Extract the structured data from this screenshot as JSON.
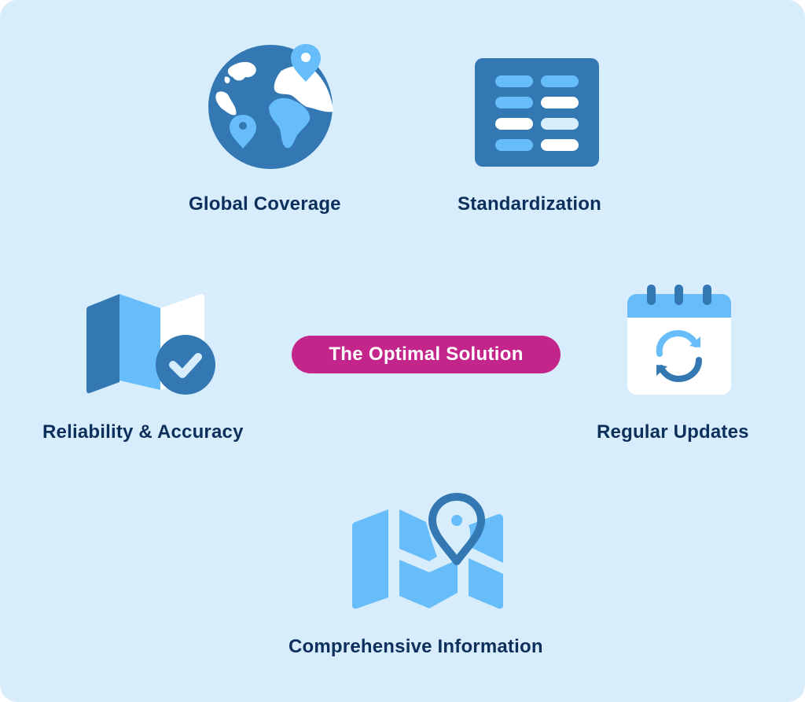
{
  "diagram": {
    "center": {
      "label": "The Optimal Solution",
      "color": "#c4258a"
    },
    "features": [
      {
        "id": "global-coverage",
        "label": "Global Coverage",
        "icon": "globe-with-location-pins-icon"
      },
      {
        "id": "standardization",
        "label": "Standardization",
        "icon": "data-table-icon"
      },
      {
        "id": "reliability-accuracy",
        "label": "Reliability & Accuracy",
        "icon": "map-with-checkmark-icon"
      },
      {
        "id": "regular-updates",
        "label": "Regular Updates",
        "icon": "calendar-refresh-icon"
      },
      {
        "id": "comprehensive-information",
        "label": "Comprehensive Information",
        "icon": "map-with-location-pin-icon"
      }
    ],
    "colors": {
      "background": "#d7edfc",
      "dark_blue": "#3377b3",
      "light_blue": "#66bdf9",
      "white": "#ffffff",
      "text": "#0d2f5b"
    }
  }
}
